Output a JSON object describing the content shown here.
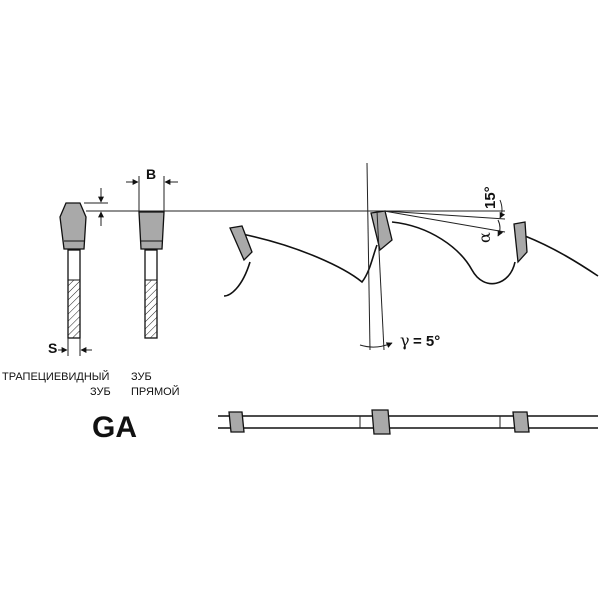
{
  "labels": {
    "trapezoid_tooth_line1": "ТРАПЕЦИЕВИДНЫЙ",
    "trapezoid_tooth_line2": "ЗУБ",
    "straight_tooth_line1": "ЗУБ",
    "straight_tooth_line2": "ПРЯМОЙ",
    "code": "GA",
    "dim_b": "B",
    "dim_s": "S",
    "angle_15": "15°",
    "angle_alpha": "α",
    "angle_gamma_symbol": "γ",
    "angle_gamma_value": "= 5°"
  },
  "colors": {
    "tooth_fill": "#a9a9a9",
    "line": "#111111"
  }
}
